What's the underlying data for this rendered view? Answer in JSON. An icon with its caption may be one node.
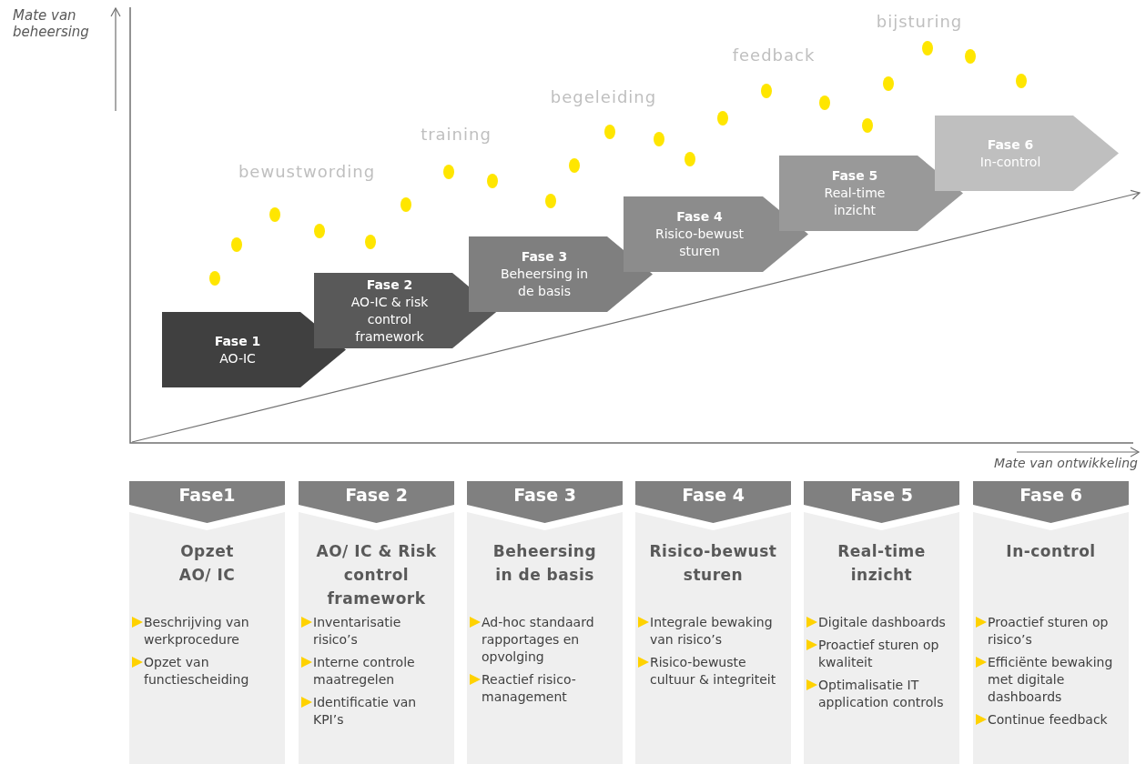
{
  "diagram": {
    "nodes": [
      {
        "text": [
          "Fase 1",
          "AO-IC"
        ]
      },
      {
        "text": [
          "Fase 2",
          "AO-IC & risk control framework"
        ]
      },
      {
        "text": [
          "Fase 3",
          "Beheersing in de basis"
        ]
      },
      {
        "text": [
          "Fase 4",
          "Risico-bewust sturen"
        ]
      },
      {
        "text": [
          "Fase 5",
          "Real-time inzicht"
        ]
      },
      {
        "text": [
          "Fase 6",
          "In-control"
        ]
      },
      {
        "text": [
          "Fase1",
          "Opzet AO/ IC",
          "Beschrijving van werkprocedure",
          "Opzet van functiescheiding"
        ]
      },
      {
        "text": [
          "Fase 2",
          "AO/ IC & Risk control framework",
          "Inventarisatie risico’s",
          "Interne controle maatregelen",
          "Identificatie van KPI’s"
        ]
      },
      {
        "text": [
          "Fase 3",
          "Beheersing in de basis",
          "Ad-hoc standaard rapportages en opvolging",
          "Reactief risico-management"
        ]
      },
      {
        "text": [
          "Fase 4",
          "Risico-bewust sturen",
          "Integrale bewaking van risico’s",
          "Risico-bewuste cultuur & integriteit"
        ]
      },
      {
        "text": [
          "Fase 5",
          "Real-time inzicht",
          "Digitale dashboards",
          "Proactief sturen op kwaliteit",
          "Optimalisatie IT application controls"
        ]
      },
      {
        "text": [
          "Fase 6",
          "In-control",
          "Proactief sturen op risico’s",
          "Efficiënte bewaking met digitale dashboards",
          "Continue feedback"
        ]
      }
    ],
    "labels": [
      "Mate van beheersing",
      "bijsturing",
      "feedback",
      "begeleiding",
      "training",
      "bewustwording",
      "Mate van ontwikkeling"
    ]
  }
}
